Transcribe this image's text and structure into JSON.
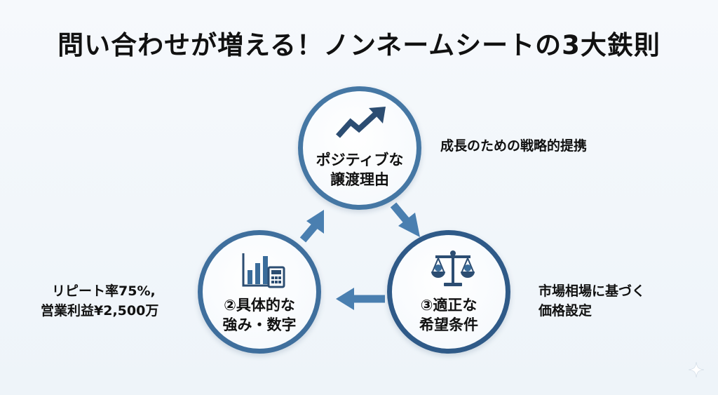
{
  "title": "問い合わせが増える！ノンネームシートの3大鉄則",
  "colors": {
    "circle_top": "#4577a4",
    "circle_left": "#3f6f9d",
    "circle_right": "#2f5a88",
    "arrow": "#4a7fb0",
    "icon_dark": "#2c4d72",
    "icon_mid": "#3a6c9a"
  },
  "nodes": {
    "top": {
      "icon": "trend-up-arrow-icon",
      "line1": "ポジティブな",
      "line2": "譲渡理由",
      "note": "成長のための戦略的提携"
    },
    "left": {
      "icon": "bar-chart-calculator-icon",
      "line1": "②具体的な",
      "line2": "強み・数字",
      "note_line1": "リピート率75%,",
      "note_line2": "営業利益¥2,500万"
    },
    "right": {
      "icon": "balance-scale-icon",
      "line1": "③適正な",
      "line2": "希望条件",
      "note_line1": "市場相場に基づく",
      "note_line2": "価格設定"
    }
  },
  "decor": {
    "corner_icon": "sparkle-icon"
  }
}
